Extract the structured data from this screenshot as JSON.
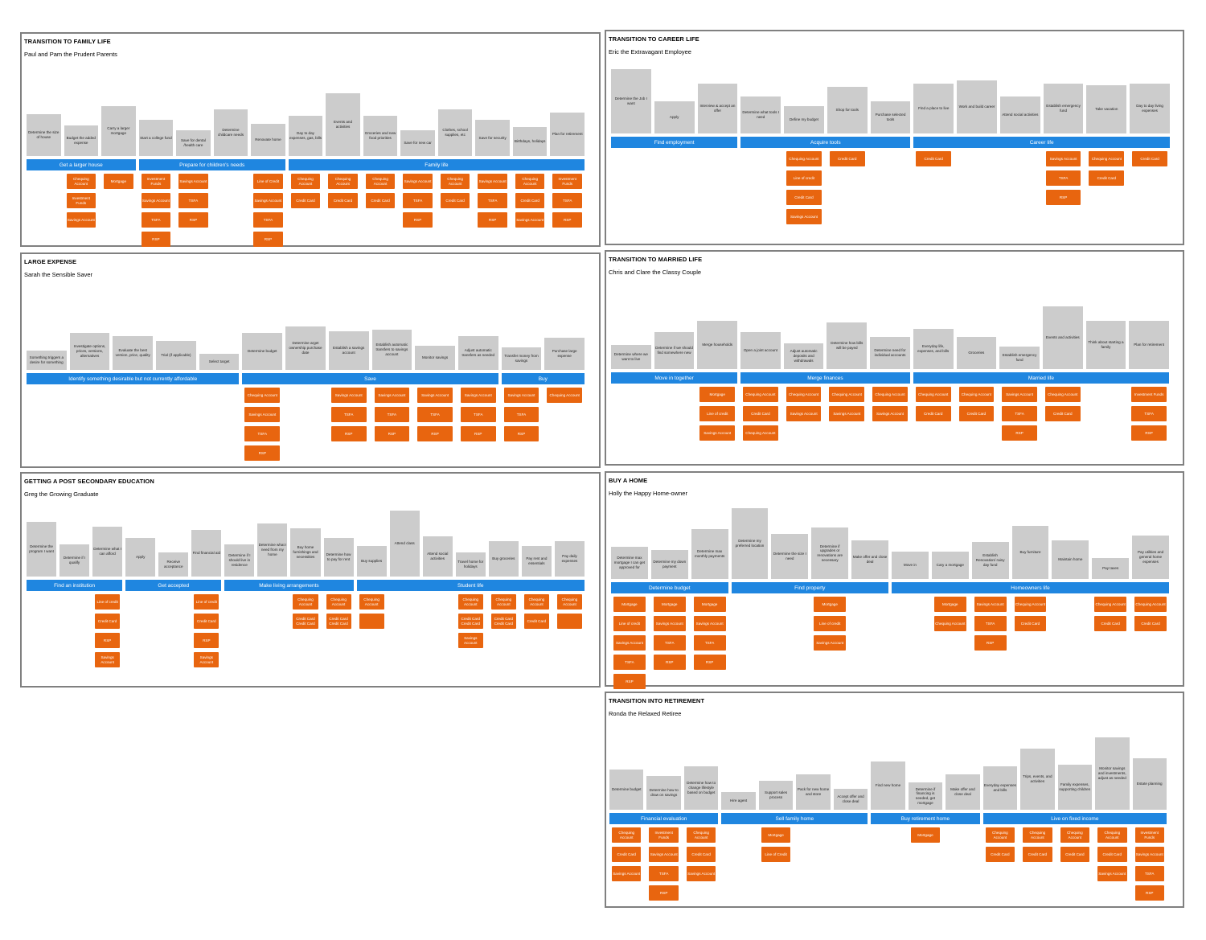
{
  "panels": [
    {
      "id": "family",
      "title": "TRANSITION TO FAMILY LIFE",
      "subtitle": "Paul and Pam the Prudent Parents",
      "steps": [
        {
          "label": "Determine the size of house",
          "h": 52
        },
        {
          "label": "Budget the added expense",
          "h": 38
        },
        {
          "label": "Carry a larger mortgage",
          "h": 62
        },
        {
          "label": "Start a college fund",
          "h": 45
        },
        {
          "label": "Save for dental /health care",
          "h": 32
        },
        {
          "label": "Determine childcare needs",
          "h": 58
        },
        {
          "label": "Renovate home",
          "h": 40
        },
        {
          "label": "Day to day expenses, gas, bills",
          "h": 50
        },
        {
          "label": "Events and activities",
          "h": 78
        },
        {
          "label": "Groceries and new food priorities",
          "h": 50
        },
        {
          "label": "Save for new car",
          "h": 32
        },
        {
          "label": "Clothes, school supplies, etc",
          "h": 58
        },
        {
          "label": "Save for security",
          "h": 45
        },
        {
          "label": "Birthdays, holidays",
          "h": 36
        },
        {
          "label": "Plan for retirement",
          "h": 54
        }
      ],
      "phases": [
        {
          "label": "Get a larger house",
          "span": 3
        },
        {
          "label": "Prepare for children's needs",
          "span": 4
        },
        {
          "label": "Family life",
          "span": 8
        }
      ],
      "products": [
        [],
        [
          "Chequing Account",
          "Investment Funds",
          "Savings Account"
        ],
        [
          "Mortgage"
        ],
        [
          "Investment Funds",
          "Savings Account",
          "TSFA",
          "RSP"
        ],
        [
          "Savings Account",
          "TSFA",
          "RSP"
        ],
        [],
        [
          "Line of Credit",
          "Savings Account",
          "TSFA",
          "RSP"
        ],
        [
          "Chequing Account",
          "Credit Card"
        ],
        [
          "Chequing Account",
          "Credit Card"
        ],
        [
          "Chequing Account",
          "Credit Card"
        ],
        [
          "Savings Account",
          "TSFA",
          "RSP"
        ],
        [
          "Chequing Account",
          "Credit Card"
        ],
        [
          "Savings Account",
          "TSFA",
          "RSP"
        ],
        [
          "Chequing Account",
          "Credit Card",
          "Savings Account"
        ],
        [
          "Investment Funds",
          "TSFA",
          "RSP"
        ]
      ]
    },
    {
      "id": "career",
      "title": "TRANSITION TO CAREER LIFE",
      "subtitle": "Eric the Extravagant Employee",
      "steps": [
        {
          "label": "Determine the Job I want",
          "h": 80
        },
        {
          "label": "Apply",
          "h": 40
        },
        {
          "label": "Interview & accept an offer",
          "h": 62
        },
        {
          "label": "Determine what tools I need",
          "h": 46
        },
        {
          "label": "Define my budget",
          "h": 34
        },
        {
          "label": "Shop for tools",
          "h": 58
        },
        {
          "label": "Purchase selected tools",
          "h": 40
        },
        {
          "label": "Find a place to live",
          "h": 62
        },
        {
          "label": "Work and build career",
          "h": 66
        },
        {
          "label": "Attend social activities",
          "h": 46
        },
        {
          "label": "Establish emergency fund",
          "h": 62
        },
        {
          "label": "Take vacation",
          "h": 60
        },
        {
          "label": "Day to day living expenses",
          "h": 62
        }
      ],
      "phases": [
        {
          "label": "Find employment",
          "span": 3
        },
        {
          "label": "Acquire tools",
          "span": 4
        },
        {
          "label": "Career life",
          "span": 6
        }
      ],
      "products": [
        [],
        [],
        [],
        [],
        [
          "Chequing Account",
          "Line of credit",
          "Credit Card",
          "Savings Account"
        ],
        [
          "Credit Card"
        ],
        [],
        [
          "Credit Card"
        ],
        [],
        [],
        [
          "Savings Account",
          "TSFA",
          "RSP"
        ],
        [
          "Chequing Account",
          "Credit Card"
        ],
        [
          "Credit Card"
        ]
      ]
    },
    {
      "id": "large",
      "title": "LARGE EXPENSE",
      "subtitle": "Sarah the Sensible Saver",
      "steps": [
        {
          "label": "Something triggers a desire for something",
          "h": 24
        },
        {
          "label": "Investigate options, prices, versions, alternatives",
          "h": 46
        },
        {
          "label": "Evaluate the best version, price, quality",
          "h": 42
        },
        {
          "label": "Trial (if applicable)",
          "h": 36
        },
        {
          "label": "Select target",
          "h": 20
        },
        {
          "label": "Determine budget",
          "h": 46
        },
        {
          "label": "Determine arget ownership purchase date",
          "h": 54
        },
        {
          "label": "Establish a savings account",
          "h": 48
        },
        {
          "label": "Establish automatic transfers to savings account",
          "h": 50
        },
        {
          "label": "Monitor savings",
          "h": 30
        },
        {
          "label": "Adjust automatic transfers as needed",
          "h": 42
        },
        {
          "label": "Transfer money from savings",
          "h": 28
        },
        {
          "label": "Purchase large expense",
          "h": 40
        }
      ],
      "phases": [
        {
          "label": "Identify something desirable but not currently affordable",
          "span": 5
        },
        {
          "label": "Save",
          "span": 6
        },
        {
          "label": "Buy",
          "span": 2
        }
      ],
      "products": [
        [],
        [],
        [],
        [],
        [],
        [
          "Chequing Account",
          "Savings Account",
          "TSFA",
          "RSP"
        ],
        [],
        [
          "Savings Account",
          "TSFA",
          "RSP"
        ],
        [
          "Savings Account",
          "TSFA",
          "RSP"
        ],
        [
          "Savings Account",
          "TSFA",
          "RSP"
        ],
        [
          "Savings Account",
          "TSFA",
          "RSP"
        ],
        [
          "Savings Account",
          "TSFA",
          "RSP"
        ],
        [
          "Chequing Account"
        ]
      ]
    },
    {
      "id": "married",
      "title": "TRANSITION TO MARRIED LIFE",
      "subtitle": "Chris and Clare the Classy Couple",
      "steps": [
        {
          "label": "Determine where we want to live",
          "h": 30
        },
        {
          "label": "Determine if we should find somewhere new",
          "h": 46
        },
        {
          "label": "Merge households",
          "h": 60
        },
        {
          "label": "Open a joint account",
          "h": 46
        },
        {
          "label": "Adjust automatic deposits and withdrawals",
          "h": 32
        },
        {
          "label": "Determine how bills will be payed",
          "h": 58
        },
        {
          "label": "Determine need for individual accounts",
          "h": 40
        },
        {
          "label": "Everyday life, expenses, and bills",
          "h": 50
        },
        {
          "label": "Groceries",
          "h": 40
        },
        {
          "label": "Establish emergency fund",
          "h": 28
        },
        {
          "label": "Events and activities",
          "h": 78
        },
        {
          "label": "Think about starting a family",
          "h": 60
        },
        {
          "label": "Plan for retirement",
          "h": 60
        }
      ],
      "phases": [
        {
          "label": "Move in together",
          "span": 3
        },
        {
          "label": "Merge finances",
          "span": 4
        },
        {
          "label": "Married life",
          "span": 6
        }
      ],
      "products": [
        [],
        [],
        [
          "Mortgage",
          "Line of credit",
          "Savings Account"
        ],
        [
          "Chequing Account",
          "Credit Card",
          "Chequing Account"
        ],
        [
          "Chequing Account",
          "Savings Account"
        ],
        [
          "Chequing Account",
          "Savings Account"
        ],
        [
          "Chequing Account",
          "Savings Account"
        ],
        [
          "Chequing Account",
          "Credit Card"
        ],
        [
          "Chequing Account",
          "Credit Card"
        ],
        [
          "Savings Account",
          "TSFA",
          "RSP"
        ],
        [
          "Chequing Account",
          "Credit Card"
        ],
        [],
        [
          "Investment Funds",
          "TSFA",
          "RSP"
        ]
      ]
    },
    {
      "id": "education",
      "title": "GETTING A POST SECONDARY EDUCATION",
      "subtitle": "Greg the Growing Graduate",
      "steps": [
        {
          "label": "Determine the program I want",
          "h": 68
        },
        {
          "label": "Determine if I qualify",
          "h": 40
        },
        {
          "label": "Determine what I can afford",
          "h": 62
        },
        {
          "label": "Apply",
          "h": 48
        },
        {
          "label": "Receive acceptance",
          "h": 30
        },
        {
          "label": "Find financial aid",
          "h": 58
        },
        {
          "label": "Determine if I should live in residence",
          "h": 40
        },
        {
          "label": "Determine what I need from my home",
          "h": 66
        },
        {
          "label": "Buy home furnishings and necessities",
          "h": 60
        },
        {
          "label": "Determine how to pay for rent",
          "h": 48
        },
        {
          "label": "Buy supplies",
          "h": 38
        },
        {
          "label": "Attend class",
          "h": 82
        },
        {
          "label": "Attend social activities",
          "h": 50
        },
        {
          "label": "Travel home for holidays",
          "h": 30
        },
        {
          "label": "Buy groceries",
          "h": 44
        },
        {
          "label": "Pay rent and essentials",
          "h": 38
        },
        {
          "label": "Pay daily expenses",
          "h": 44
        }
      ],
      "phases": [
        {
          "label": "Find an institution",
          "span": 3
        },
        {
          "label": "Get accepted",
          "span": 3
        },
        {
          "label": "Make living arrangements",
          "span": 4
        },
        {
          "label": "Student life",
          "span": 7
        }
      ],
      "products": [
        [],
        [],
        [
          "Line of credit",
          "Credit Card",
          "RSP",
          "Savings Account"
        ],
        [],
        [],
        [
          "Line of credit",
          "Credit Card",
          "RSP",
          "Savings Account"
        ],
        [],
        [],
        [
          "Chequing Account",
          "Credit Card Credit Card"
        ],
        [
          "Chequing Account",
          "Credit Card Credit Card"
        ],
        [
          "Chequing Account",
          ""
        ],
        [],
        [],
        [
          "Chequing Account",
          "Credit Card Credit Card",
          "Savings Account"
        ],
        [
          "Chequing Account",
          "Credit Card Credit Card"
        ],
        [
          "Chequing Account",
          "Credit Card"
        ],
        [
          "Chequing Account",
          ""
        ]
      ]
    },
    {
      "id": "home",
      "title": "BUY A HOME",
      "subtitle": "Holly the Happy Home-owner",
      "steps": [
        {
          "label": "Determine max mortgage I can get approved for",
          "h": 40
        },
        {
          "label": "Determine my down payment",
          "h": 36
        },
        {
          "label": "Determine max monthly payments",
          "h": 62
        },
        {
          "label": "Determine my preferred location",
          "h": 88
        },
        {
          "label": "Determine the size I need",
          "h": 56
        },
        {
          "label": "Determine if upgrades or renovations are necessary",
          "h": 64
        },
        {
          "label": "Make offer and close deal",
          "h": 48
        },
        {
          "label": "Move in",
          "h": 34
        },
        {
          "label": "Cary a mortgage",
          "h": 34
        },
        {
          "label": "Establish Renovation/ rainy day fund",
          "h": 46
        },
        {
          "label": "Buy furniture",
          "h": 66
        },
        {
          "label": "Maintain home",
          "h": 48
        },
        {
          "label": "Pay taxes",
          "h": 26
        },
        {
          "label": "Pay utilities and general home expenses",
          "h": 54
        }
      ],
      "phases": [
        {
          "label": "Determine budget",
          "span": 3
        },
        {
          "label": "Find property",
          "span": 4
        },
        {
          "label": "Homeowners life",
          "span": 7
        }
      ],
      "products": [
        [
          "Mortgage",
          "Line of credit",
          "Savings Account",
          "TSFA",
          "RSP"
        ],
        [
          "Mortgage",
          "Savings Account",
          "TSFA",
          "RSP"
        ],
        [
          "Mortgage",
          "Savings Account",
          "TSFA",
          "RSP"
        ],
        [],
        [],
        [
          "Mortgage",
          "Line of credit",
          "Savings Account"
        ],
        [],
        [],
        [
          "Mortgage",
          "Chequing Account"
        ],
        [
          "Savings Account",
          "TSFA",
          "RSP"
        ],
        [
          "Chequing Account",
          "Credit Card"
        ],
        [],
        [
          "Chequing Account",
          "Credit Card"
        ],
        [
          "Chequing Account",
          "Credit Card"
        ]
      ]
    },
    {
      "id": "retire",
      "title": "TRANSITION INTO RETIREMENT",
      "subtitle": "Ronda the Relaxed Retiree",
      "steps": [
        {
          "label": "Determine budget",
          "h": 50
        },
        {
          "label": "Determine how to draw on savings",
          "h": 42
        },
        {
          "label": "Determine how to change lifestyle based on budget",
          "h": 54
        },
        {
          "label": "Hire agent",
          "h": 22
        },
        {
          "label": "Support sales process",
          "h": 36
        },
        {
          "label": "Pack for new home and store",
          "h": 44
        },
        {
          "label": "Accept offer and close deal",
          "h": 26
        },
        {
          "label": "Find new home",
          "h": 60
        },
        {
          "label": "Determine if financing is needed, get mortgage",
          "h": 34
        },
        {
          "label": "Make offer and close deal",
          "h": 44
        },
        {
          "label": "Everyday expenses and bills",
          "h": 54
        },
        {
          "label": "Trips, events, and activities",
          "h": 76
        },
        {
          "label": "Family expenses, supporting children",
          "h": 56
        },
        {
          "label": "Monitor savings and investments, adjust as needed",
          "h": 90
        },
        {
          "label": "Estate planning",
          "h": 64
        }
      ],
      "phases": [
        {
          "label": "Financial evaluation",
          "span": 3
        },
        {
          "label": "Sell family home",
          "span": 4
        },
        {
          "label": "Buy retirement home",
          "span": 3
        },
        {
          "label": "Live on fixed income",
          "span": 5
        }
      ],
      "products": [
        [
          "Chequing Account",
          "Credit Card",
          "Savings Account"
        ],
        [
          "Investment Funds",
          "Savings Account",
          "TSFA",
          "RSP"
        ],
        [
          "Chequing Account",
          "Credit Card",
          "Savings Account"
        ],
        [],
        [
          "Mortgage",
          "Line of Credit"
        ],
        [],
        [],
        [],
        [
          "Mortgage"
        ],
        [],
        [
          "Chequing Account",
          "Credit Card"
        ],
        [
          "Chequing Account",
          "Credit Card"
        ],
        [
          "Chequing Account",
          "Credit Card"
        ],
        [
          "Chequing Account",
          "Credit Card",
          "Savings Account"
        ],
        [
          "Investment Funds",
          "Savings Account",
          "TSFA",
          "RSP"
        ]
      ]
    }
  ]
}
